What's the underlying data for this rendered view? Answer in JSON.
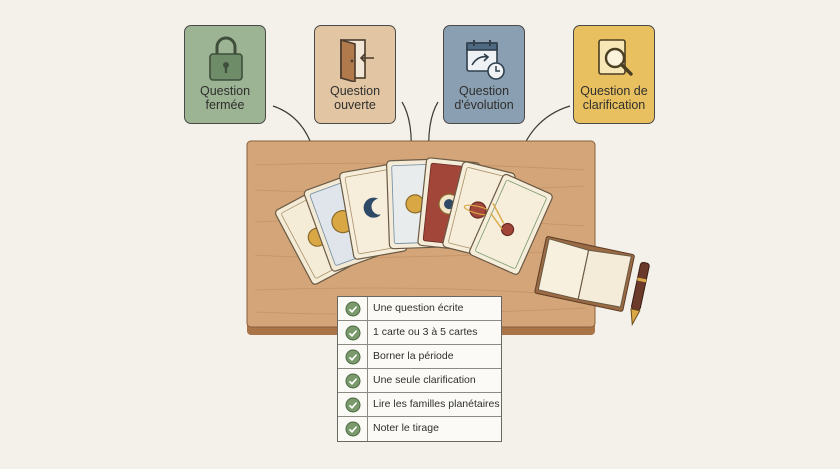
{
  "questions": [
    {
      "id": "fermee",
      "label": "Question\nfermée",
      "icon": "padlock-icon",
      "color": "#9cb394"
    },
    {
      "id": "ouverte",
      "label": "Question\nouverte",
      "icon": "open-door-icon",
      "color": "#e2c6a4"
    },
    {
      "id": "evolution",
      "label": "Question\nd'évolution",
      "icon": "calendar-clock-icon",
      "color": "#8aa0b2"
    },
    {
      "id": "clarification",
      "label": "Question de\nclarification",
      "icon": "magnifier-document-icon",
      "color": "#e8c060"
    }
  ],
  "checklist": {
    "items": [
      "Une question écrite",
      "1 carte ou 3 à 5 cartes",
      "Borner la période",
      "Une seule clarification",
      "Lire les familles planétaires",
      "Noter le tirage"
    ],
    "check_color": "#7a9a6e"
  }
}
